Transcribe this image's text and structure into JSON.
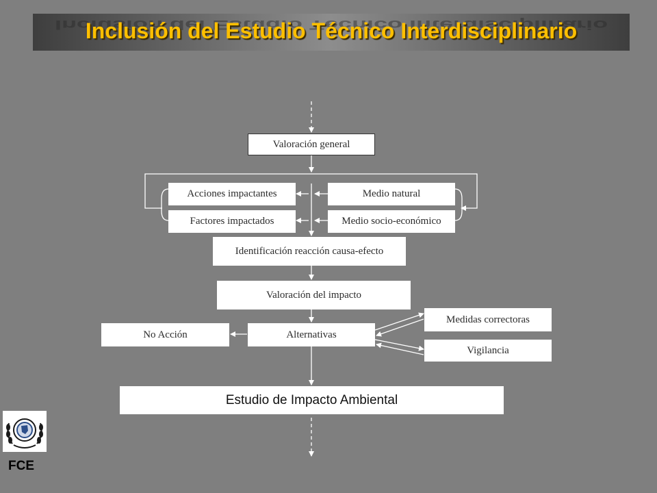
{
  "title": "Inclusión del Estudio Técnico Interdisciplinario",
  "nodes": {
    "valoracion_general": "Valoración general",
    "acciones_impactantes": "Acciones impactantes",
    "factores_impactados": "Factores impactados",
    "medio_natural": "Medio natural",
    "medio_socio_economico": "Medio socio-económico",
    "identificacion": "Identificación reacción causa-efecto",
    "valoracion_impacto": "Valoración del impacto",
    "alternativas": "Alternativas",
    "no_accion": "No Acción",
    "medidas_correctoras": "Medidas correctoras",
    "vigilancia": "Vigilancia",
    "estudio_impacto": "Estudio de Impacto Ambiental"
  },
  "footer": {
    "label": "FCE"
  },
  "colors": {
    "background": "#7f7f7f",
    "title": "#ffbf00",
    "box": "#ffffff",
    "connector": "#ffffff"
  }
}
